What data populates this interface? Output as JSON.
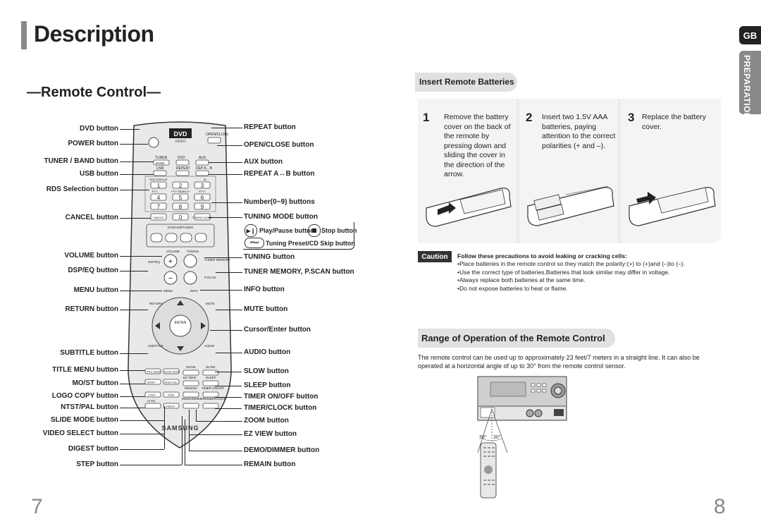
{
  "header": {
    "title": "Description",
    "gb": "GB",
    "tab": "PREPARATION"
  },
  "section_title": "—Remote Control—",
  "left_labels": [
    "DVD button",
    "POWER button",
    "TUNER / BAND button",
    "USB button",
    "RDS Selection button",
    "CANCEL button",
    "VOLUME button",
    "DSP/EQ button",
    "MENU button",
    "RETURN button",
    "SUBTITLE button",
    "TITLE MENU button",
    "MO/ST button",
    "LOGO COPY button",
    "NTST/PAL button",
    "SLIDE MODE button",
    "VIDEO SELECT button",
    "DIGEST button",
    "STEP button"
  ],
  "right_labels": [
    "REPEAT button",
    "OPEN/CLOSE button",
    "AUX button",
    "REPEAT A↔B button",
    "Number(0~9) buttons",
    "TUNING MODE button",
    "TUNING button",
    "TUNER MEMORY, P.SCAN button",
    "INFO button",
    "MUTE button",
    "Cursor/Enter button",
    "AUDIO button",
    "SLOW  button",
    "SLEEP button",
    "TIMER ON/OFF button",
    "TIMER/CLOCK button",
    "ZOOM button",
    "EZ VIEW button",
    "DEMO/DIMMER button",
    "REMAIN button"
  ],
  "play_pause": "Play/Pause button",
  "stop": "Stop button",
  "tuning_skip": "Tuning Preset/CD Skip button",
  "remote": {
    "dvd_logo": "DVD",
    "video": "VIDEO",
    "open_close": "OPEN/CLOSE",
    "tuner": "TUNER",
    "dvd": "DVD",
    "aux": "AUX",
    "band": "BAND",
    "usb": "USB",
    "repeat": "REPEAT",
    "rep_ab": "REP A↔B",
    "keys": [
      "1",
      "2",
      "3",
      "4",
      "5",
      "6",
      "7",
      "8",
      "9",
      "0"
    ],
    "rds": "RDS DISPLAY",
    "ta": "TA",
    "pty_minus": "PTY-",
    "pty_search": "PTY SEARCH",
    "pty_plus": "PTY+",
    "cancel": "CANCEL",
    "tuning_mode": "TUNING MODE",
    "dvd_tuner": "DVD/USB/TUNER",
    "volume": "VOLUME",
    "tuning": "TUNING",
    "dsp_eq": "DSP/EQ",
    "tuner_memory": "TUNER MEMORY",
    "pscan": "P.SCAN",
    "menu": "MENU",
    "info": "INFO",
    "return": "RETURN",
    "mute": "MUTE",
    "enter": "ENTER",
    "subtitle": "SUBTITLE",
    "audio": "AUDIO",
    "zoom": "ZOOM",
    "slow": "SLOW",
    "title_menu": "TITLE MENU",
    "slide_mode": "SLIDE MODE",
    "ez_view": "EZ VIEW",
    "sleep": "SLEEP",
    "most": "MO/ST",
    "video_sel": "VIDEO SEL",
    "remain": "REMAIN",
    "timer_onoff": "TIMER ON/OFF",
    "logo": "LOGO",
    "step": "STEP",
    "timer_clock": "TIMER/CLOCK",
    "ntsc_pal": "NT/PAL",
    "digest": "DIGEST",
    "demo_dimmer": "DEMO/DIMMER",
    "brand": "SAMSUNG"
  },
  "batteries": {
    "title": "Insert Remote Batteries",
    "steps": [
      {
        "num": "1",
        "text": "Remove the battery cover on the back of the remote by pressing down and sliding the cover in the direction of the arrow."
      },
      {
        "num": "2",
        "text": "Insert two 1.5V AAA batteries, paying attention to the correct polarities (+ and –)."
      },
      {
        "num": "3",
        "text": "Replace the battery cover."
      }
    ]
  },
  "caution": {
    "badge": "Caution",
    "heading": "Follow these precautions to avoid leaking or cracking cells:",
    "items": [
      "Place batteries in the remote control so they match the polarity:(+) to (+)and (–)to (–).",
      "Use the correct type of batteries.Batteries that look similar may differ in voltage.",
      "Always replace both batteries at the same time.",
      "Do not expose batteries to heat or flame."
    ]
  },
  "range": {
    "title": "Range of Operation of the Remote Control",
    "text": "The remote control can be used up to approximately 23 feet/7 meters in a straight line. It can also be operated at a horizontal angle of up to 30° from the remote control sensor.",
    "angle_left": "30°",
    "angle_right": "30°"
  },
  "pages": {
    "left": "7",
    "right": "8"
  }
}
